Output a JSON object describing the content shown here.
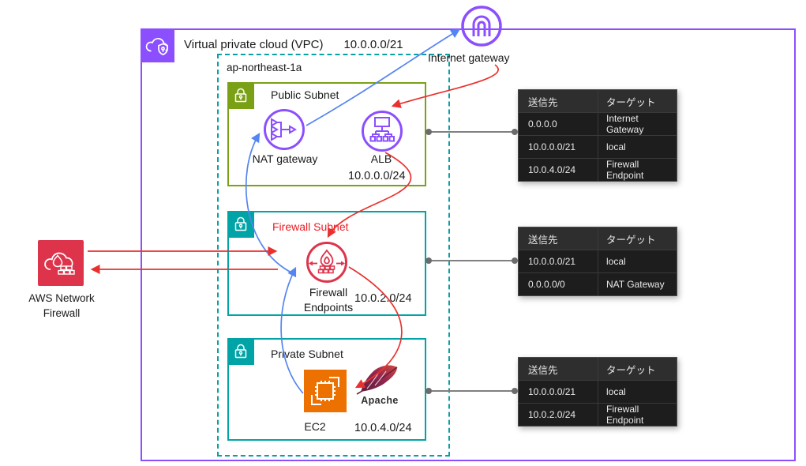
{
  "diagram": {
    "vpc": {
      "label": "Virtual private cloud (VPC)",
      "cidr": "10.0.0.0/21"
    },
    "az": {
      "label": "ap-northeast-1a"
    },
    "igw": {
      "label": "Internet gateway"
    },
    "public_subnet": {
      "label": "Public Subnet",
      "cidr": "10.0.0.0/24",
      "nat_label": "NAT gateway",
      "alb_label": "ALB"
    },
    "firewall_subnet": {
      "label": "Firewall Subnet",
      "cidr": "10.0.2.0/24",
      "endpoint_line1": "Firewall",
      "endpoint_line2": "Endpoints"
    },
    "private_subnet": {
      "label": "Private Subnet",
      "cidr": "10.0.4.0/24",
      "ec2_label": "EC2",
      "apache_label": "Apache"
    },
    "network_firewall": {
      "line1": "AWS Network",
      "line2": "Firewall"
    }
  },
  "route_tables": [
    {
      "name": "public-subnet-route-table",
      "headers": [
        "送信先",
        "ターゲット"
      ],
      "rows": [
        [
          "0.0.0.0",
          "Internet Gateway"
        ],
        [
          "10.0.0.0/21",
          "local"
        ],
        [
          "10.0.4.0/24",
          "Firewall Endpoint"
        ]
      ]
    },
    {
      "name": "firewall-subnet-route-table",
      "headers": [
        "送信先",
        "ターゲット"
      ],
      "rows": [
        [
          "10.0.0.0/21",
          "local"
        ],
        [
          "0.0.0.0/0",
          "NAT Gateway"
        ]
      ]
    },
    {
      "name": "private-subnet-route-table",
      "headers": [
        "送信先",
        "ターゲット"
      ],
      "rows": [
        [
          "10.0.0.0/21",
          "local"
        ],
        [
          "10.0.2.0/24",
          "Firewall Endpoint"
        ]
      ]
    }
  ],
  "colors": {
    "vpc_purple": "#8C4FFF",
    "subnet_green": "#7AA116",
    "subnet_teal": "#00A4A6",
    "firewall_red": "#DD344C",
    "ec2_orange": "#ED7100",
    "arrow_blue": "#5585f0",
    "arrow_red": "#e8312e",
    "table_bg": "#1d1d1d",
    "red_label": "#ec1c24"
  }
}
